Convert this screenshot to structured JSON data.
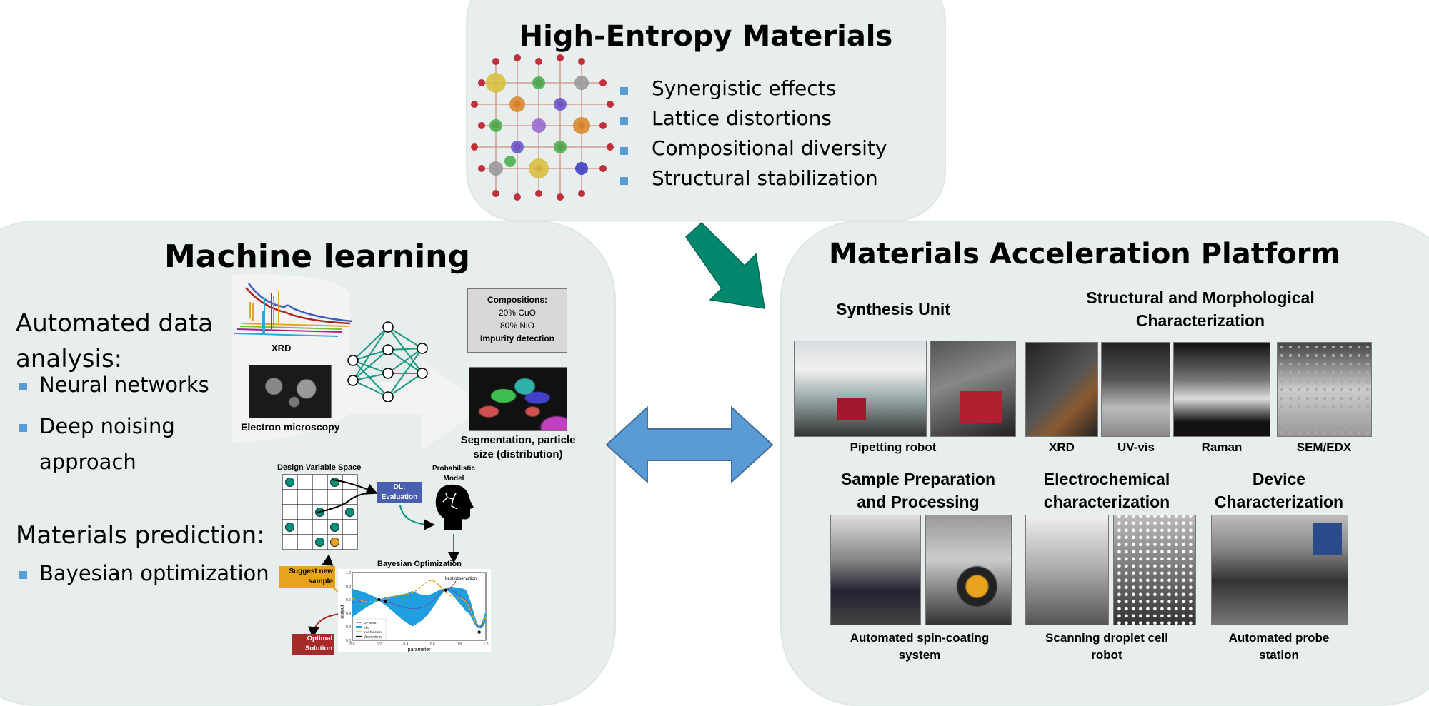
{
  "hem": {
    "title": "High-Entropy Materials",
    "bullets": [
      "Synergistic effects",
      "Lattice distortions",
      "Compositional diversity",
      "Structural stabilization"
    ]
  },
  "ml": {
    "title": "Machine learning",
    "analysis_heading_1": "Automated data",
    "analysis_heading_2": "analysis:",
    "analysis_items": [
      "Neural networks",
      "Deep noising",
      "approach"
    ],
    "prediction_heading": "Materials prediction:",
    "prediction_items": [
      "Bayesian optimization"
    ],
    "xrd_label": "XRD",
    "em_label": "Electron microscopy",
    "compositions": {
      "heading": "Compositions:",
      "line1": "20% CuO",
      "line2": "80% NiO",
      "line3": "Impurity detection"
    },
    "segmentation_label_1": "Segmentation, particle",
    "segmentation_label_2": "size (distribution)",
    "bayes": {
      "design_space_label": "Design Variable Space",
      "dl_label_1": "DL:",
      "dl_label_2": "Evaluation",
      "model_label_1": "Probabilistic",
      "model_label_2": "Model",
      "bo_label": "Bayesian Optimization",
      "suggest_label_1": "Suggest new",
      "suggest_label_2": "sample",
      "optimal_label_1": "Optimal",
      "optimal_label_2": "Solution",
      "plot": {
        "xlabel": "parameter",
        "ylabel": "output",
        "xticks": [
          "0.0",
          "0.2",
          "0.4",
          "0.6",
          "0.8",
          "1.0"
        ],
        "yticks": [
          "0.0",
          "0.2",
          "0.4",
          "0.6",
          "0.8",
          "1.0"
        ],
        "annotation": "best observation",
        "legend": [
          "GP mean",
          "±1σ",
          "true function",
          "observations"
        ],
        "observations": [
          [
            0.2,
            0.6
          ],
          [
            0.25,
            0.57
          ],
          [
            0.7,
            0.74
          ],
          [
            0.95,
            0.12
          ]
        ]
      }
    }
  },
  "map": {
    "title": "Materials Acceleration Platform",
    "synthesis": {
      "title": "Synthesis  Unit",
      "label": "Pipetting robot"
    },
    "structural": {
      "title_1": "Structural and Morphological",
      "title_2": "Characterization",
      "labels": [
        "XRD",
        "UV-vis",
        "Raman",
        "SEM/EDX"
      ]
    },
    "sample_prep": {
      "title_1": "Sample Preparation",
      "title_2": "and Processing",
      "label_1": "Automated spin-coating",
      "label_2": "system"
    },
    "electrochem": {
      "title_1": "Electrochemical",
      "title_2": "characterization",
      "label_1": "Scanning droplet cell",
      "label_2": "robot"
    },
    "device": {
      "title_1": "Device",
      "title_2": "Characterization",
      "label_1": "Automated probe",
      "label_2": "station"
    }
  },
  "colors": {
    "panel": "#e8eeed",
    "bullet": "#5b9bd5",
    "green_arrow": "#00876c",
    "blue_arrow": "#5b9bd5",
    "teal": "#00917a",
    "orange": "#e8a21c",
    "dl_box": "#4a5fb0",
    "optimal_box": "#a52a2a",
    "band": "#1f9fe0"
  }
}
